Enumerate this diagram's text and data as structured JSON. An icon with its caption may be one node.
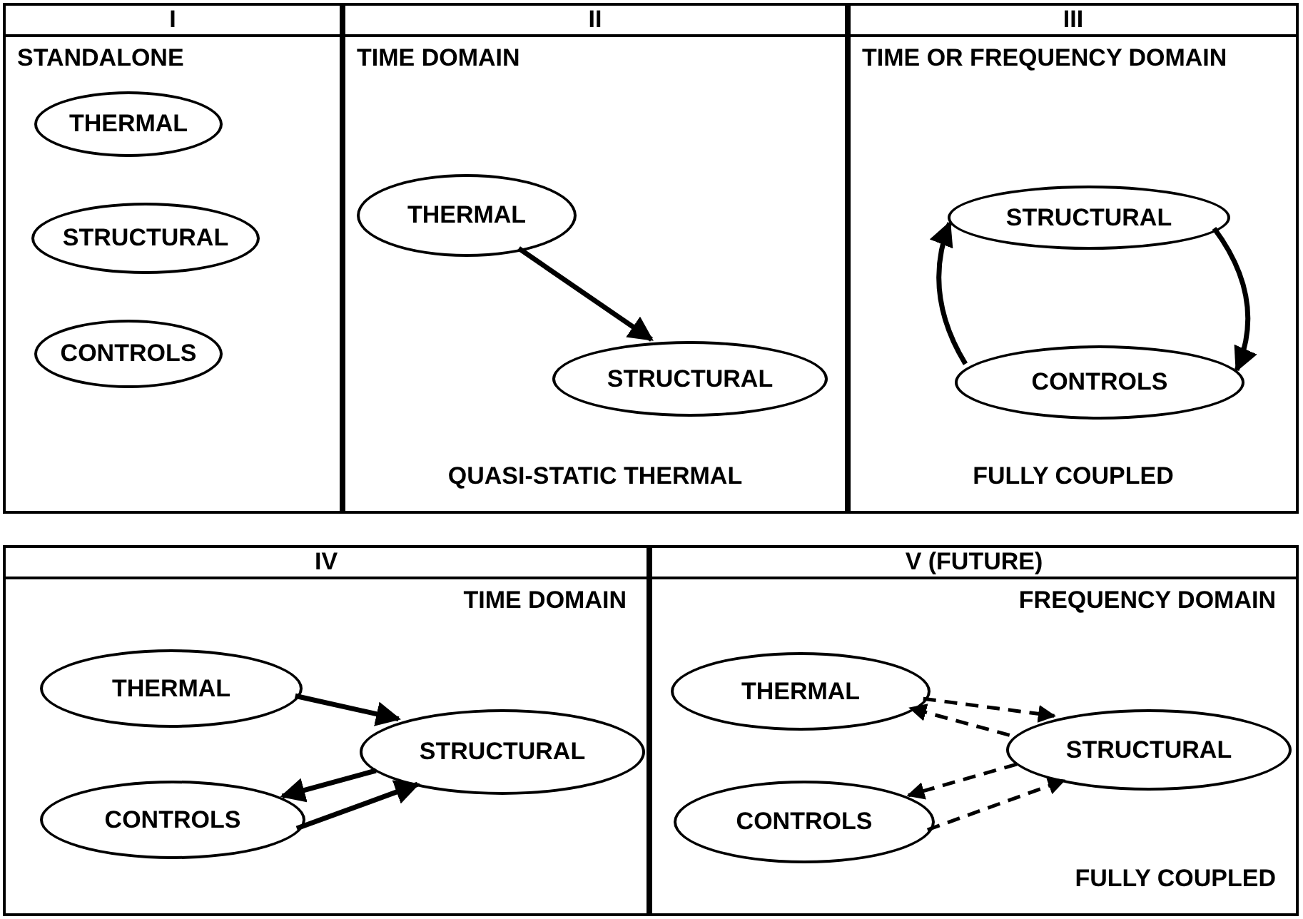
{
  "diagram": {
    "nodes": [
      {
        "text": [
          "I",
          "STANDALONE"
        ]
      },
      {
        "text": [
          "THERMAL"
        ],
        "in": 0
      },
      {
        "text": [
          "STRUCTURAL"
        ],
        "in": 0
      },
      {
        "text": [
          "CONTROLS"
        ],
        "in": 0
      },
      {
        "text": [
          "II",
          "TIME DOMAIN",
          "QUASI-STATIC THERMAL"
        ]
      },
      {
        "text": [
          "THERMAL"
        ],
        "in": 4
      },
      {
        "text": [
          "STRUCTURAL"
        ],
        "in": 4
      },
      {
        "text": [
          "III",
          "TIME OR FREQUENCY DOMAIN",
          "FULLY COUPLED"
        ]
      },
      {
        "text": [
          "STRUCTURAL"
        ],
        "in": 7
      },
      {
        "text": [
          "CONTROLS"
        ],
        "in": 7
      },
      {
        "text": [
          "IV",
          "TIME DOMAIN"
        ]
      },
      {
        "text": [
          "THERMAL"
        ],
        "in": 10
      },
      {
        "text": [
          "STRUCTURAL"
        ],
        "in": 10
      },
      {
        "text": [
          "CONTROLS"
        ],
        "in": 10
      },
      {
        "text": [
          "V (FUTURE)",
          "FREQUENCY DOMAIN",
          "FULLY COUPLED"
        ]
      },
      {
        "text": [
          "THERMAL"
        ],
        "in": 14
      },
      {
        "text": [
          "STRUCTURAL"
        ],
        "in": 14
      },
      {
        "text": [
          "CONTROLS"
        ],
        "in": 14
      }
    ],
    "edges": [
      {
        "from": 5,
        "to": 6,
        "arrow": "to"
      },
      {
        "from": 8,
        "to": 9,
        "arrow": "to"
      },
      {
        "from": 9,
        "to": 8,
        "arrow": "to"
      },
      {
        "from": 11,
        "to": 12,
        "arrow": "to"
      },
      {
        "from": 12,
        "to": 13,
        "arrow": "to"
      },
      {
        "from": 13,
        "to": 12,
        "arrow": "to"
      },
      {
        "from": 15,
        "to": 16,
        "arrow": "to",
        "style": "dashed"
      },
      {
        "from": 16,
        "to": 15,
        "arrow": "to",
        "style": "dashed"
      },
      {
        "from": 16,
        "to": 17,
        "arrow": "to",
        "style": "dashed"
      },
      {
        "from": 17,
        "to": 16,
        "arrow": "to",
        "style": "dashed"
      }
    ]
  }
}
